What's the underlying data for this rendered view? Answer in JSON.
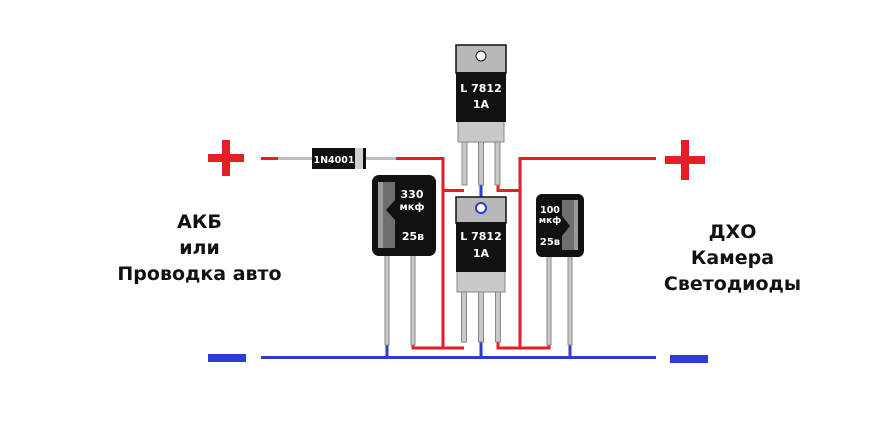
{
  "colors": {
    "positive": "#e31e24",
    "negative": "#2d3dd1",
    "component_body": "#111111",
    "metal": "#c9c9c9",
    "tab": "#b8b8b8"
  },
  "left_side": {
    "lines": [
      "АКБ",
      "или",
      "Проводка авто"
    ]
  },
  "right_side": {
    "lines": [
      "ДХО",
      "Камера",
      "Светодиоды"
    ]
  },
  "diode": {
    "label": "1N4001"
  },
  "regulator_top": {
    "model": "L 7812",
    "current": "1A"
  },
  "regulator_bottom": {
    "model": "L 7812",
    "current": "1A"
  },
  "cap_large": {
    "capacitance": "330",
    "unit": "мкф",
    "voltage": "25в"
  },
  "cap_small": {
    "capacitance": "100",
    "unit": "мкф",
    "voltage": "25в"
  }
}
